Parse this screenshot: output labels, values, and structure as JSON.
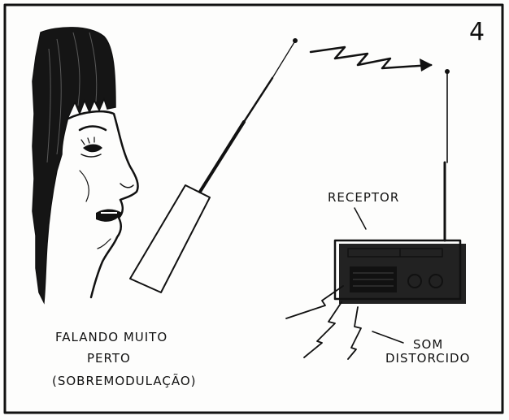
{
  "figure_number": "4",
  "labels": {
    "receptor": "RECEPTOR",
    "caption_line1": "FALANDO MUITO",
    "caption_line2": "PERTO",
    "caption_line3": "(SOBREMODULAÇÃO)",
    "som": "SOM",
    "distorcido": "DISTORCIDO"
  },
  "icons": [
    "face-profile-illustration",
    "walkie-talkie-icon",
    "radio-waves-icon",
    "radio-receiver-icon",
    "distorted-sound-icon"
  ],
  "colors": {
    "ink": "#111111",
    "paper": "#fdfdfc"
  }
}
